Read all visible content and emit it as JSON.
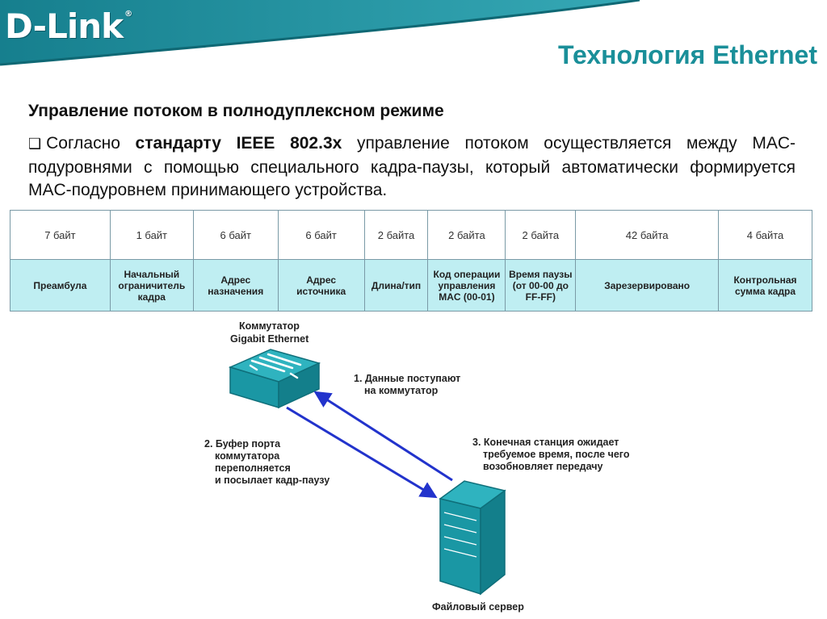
{
  "header": {
    "logo": "D-Link",
    "logo_mark": "®",
    "title": "Технология Ethernet"
  },
  "content": {
    "subtitle": "Управление потоком в полнодуплексном режиме",
    "bullet_pre": "Согласно ",
    "bullet_bold": "стандарту IEEE 802.3x",
    "bullet_post": " управление потоком осуществляется между MAC-подуровнями с помощью специального кадра-паузы, который автоматически формируется MAC-подуровнем принимающего устройства."
  },
  "frame_table": {
    "sizes": [
      "7 байт",
      "1 байт",
      "6 байт",
      "6 байт",
      "2 байта",
      "2 байта",
      "2 байта",
      "42 байта",
      "4 байта"
    ],
    "fields": [
      "Преамбула",
      "Начальный ограничитель кадра",
      "Адрес назначения",
      "Адрес источника",
      "Длина/тип",
      "Код операции управления MAC (00-01)",
      "Время паузы (от 00-00 до FF-FF)",
      "Зарезервировано",
      "Контрольная сумма кадра"
    ]
  },
  "diagram": {
    "switch_label_1": "Коммутатор",
    "switch_label_2": "Gigabit Ethernet",
    "step1_l1": "1. Данные поступают",
    "step1_l2": "на коммутатор",
    "step2_l1": "2. Буфер порта",
    "step2_l2": "коммутатора",
    "step2_l3": "переполняется",
    "step2_l4": "и посылает кадр-паузу",
    "step3_l1": "3. Конечная станция ожидает",
    "step3_l2": "требуемое время, после чего",
    "step3_l3": "возобновляет передачу",
    "server_label": "Файловый сервер"
  },
  "colors": {
    "teal": "#1a8f99",
    "arrow_blue": "#2233cc",
    "device_teal": "#1aa4b0"
  }
}
